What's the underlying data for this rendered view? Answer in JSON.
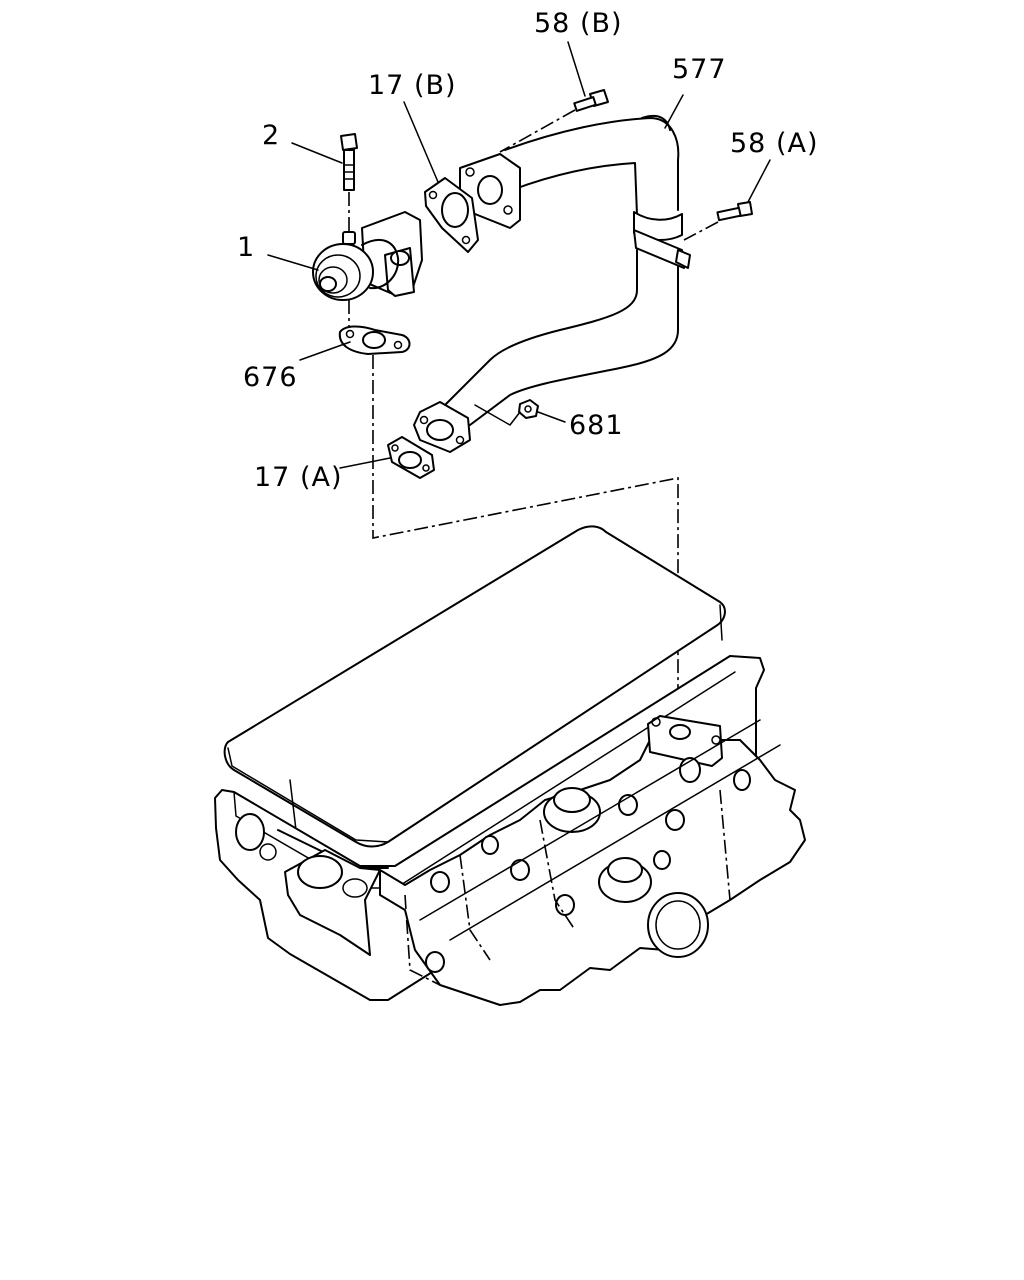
{
  "labels": {
    "part_58b": "58 (B)",
    "part_577": "577",
    "part_17b": "17 (B)",
    "part_2": "2",
    "part_58a": "58 (A)",
    "part_1": "1",
    "part_676": "676",
    "part_681": "681",
    "part_17a": "17 (A)"
  }
}
